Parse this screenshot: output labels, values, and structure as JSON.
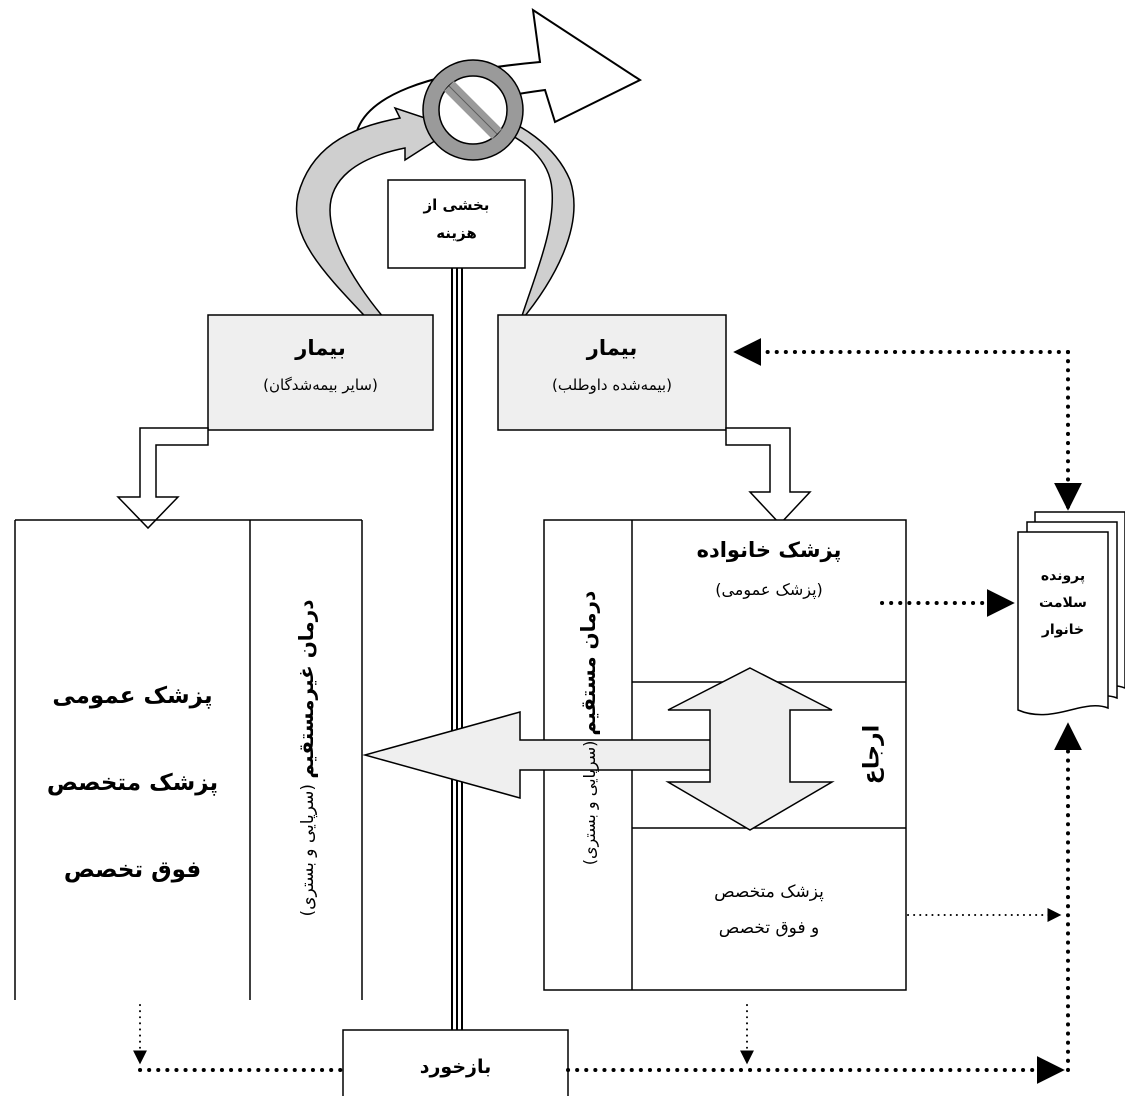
{
  "cost_box": {
    "line1": "بخشی از",
    "line2": "هزینه"
  },
  "patient_left": {
    "title": "بیمار",
    "subtitle": "(سایر بیمه‌شدگان)"
  },
  "patient_right": {
    "title": "بیمار",
    "subtitle": "(بیمه‌شده داوطلب)"
  },
  "left_panel": {
    "items": [
      "پزشک عمومی",
      "پزشک متخصص",
      "فوق تخصص"
    ],
    "vertical_bold": "درمان غیرمستقیم",
    "vertical_normal": "(سرپایی و بستری)"
  },
  "right_panel": {
    "top_title": "پزشک خانواده",
    "top_sub": "(پزشک عمومی)",
    "referral": "ارجاع",
    "bottom_line1": "پزشک متخصص",
    "bottom_line2": "و فوق تخصص",
    "vertical_bold": "درمان مستقیم",
    "vertical_normal": "(سرپایی و بستری)"
  },
  "health_file": {
    "line1": "پرونده",
    "line2": "سلامت",
    "line3": "خانوار"
  },
  "feedback": "بازخورد",
  "colors": {
    "box_fill": "#efefef",
    "arrow_fill": "#cfcfcf",
    "sign_fill": "#9a9a9a",
    "line": "#000000"
  }
}
